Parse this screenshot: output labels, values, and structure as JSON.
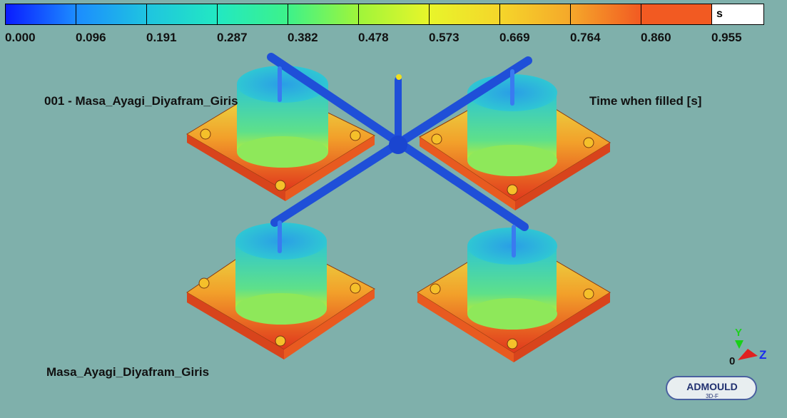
{
  "legend": {
    "unit": "s",
    "ticks": [
      "0.000",
      "0.096",
      "0.191",
      "0.287",
      "0.382",
      "0.478",
      "0.573",
      "0.669",
      "0.764",
      "0.860",
      "0.955"
    ],
    "colors": [
      "#0a1cff",
      "#1c8cff",
      "#1fc4e0",
      "#22e8c2",
      "#3df28a",
      "#9ff53a",
      "#e8f52a",
      "#f5d62a",
      "#f5a82a",
      "#f25a22"
    ]
  },
  "labels": {
    "top_left": "001 - Masa_Ayagi_Diyafram_Giris",
    "top_right": "Time when filled [s]",
    "bottom_left": "Masa_Ayagi_Diyafram_Giris"
  },
  "axes": {
    "y": "Y",
    "z": "Z",
    "origin": "0"
  },
  "logo": {
    "text": "ADMOULD",
    "subtext": "3D-F"
  }
}
